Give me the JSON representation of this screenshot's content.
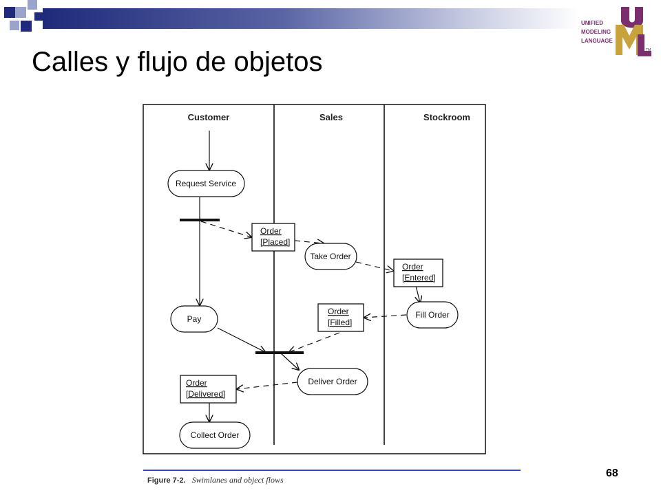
{
  "slide": {
    "title": "Calles y flujo de objetos",
    "page_number": "68",
    "accent_colors": [
      "#1f2a7a",
      "#9aa3c9",
      "#ffffff"
    ]
  },
  "logo": {
    "text_lines": [
      "UNIFIED",
      "MODELING",
      "LANGUAGE"
    ],
    "letters": "UML",
    "trademark": "TM",
    "colors": {
      "u": "#7a2e6e",
      "m": "#c8a23c",
      "l": "#7a2e6e"
    }
  },
  "diagram": {
    "lanes": [
      "Customer",
      "Sales",
      "Stockroom"
    ],
    "activities": {
      "request_service": "Request Service",
      "take_order": "Take Order",
      "fill_order": "Fill Order",
      "pay": "Pay",
      "deliver_order": "Deliver Order",
      "collect_order": "Collect Order"
    },
    "objects": {
      "placed": {
        "name": "Order",
        "state": "[Placed]"
      },
      "entered": {
        "name": "Order",
        "state": "[Entered]"
      },
      "filled": {
        "name": "Order",
        "state": "[Filled]"
      },
      "delivered": {
        "name": "Order",
        "state": "[Delivered]"
      }
    }
  },
  "caption": {
    "label": "Figure 7-2.",
    "text": "Swimlanes and object flows"
  }
}
